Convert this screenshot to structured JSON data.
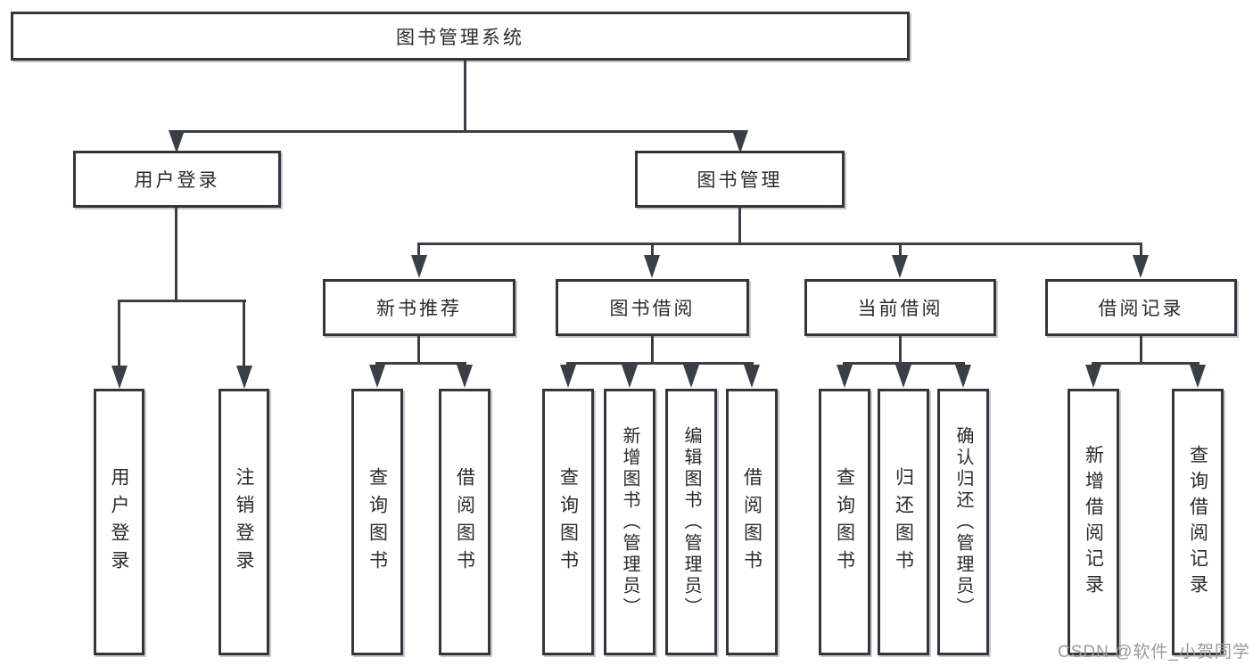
{
  "colors": {
    "line": "#3a3e45",
    "border": "#33373d",
    "text": "#2b2b2b",
    "watermark": "#9b9b9b",
    "bg": "#ffffff"
  },
  "diagram": {
    "root": {
      "label": "图书管理系统",
      "children": [
        {
          "label": "用户登录",
          "children": [
            {
              "label": "用户登录"
            },
            {
              "label": "注销登录"
            }
          ]
        },
        {
          "label": "图书管理",
          "children": [
            {
              "label": "新书推荐",
              "children": [
                {
                  "label": "查询图书"
                },
                {
                  "label": "借阅图书"
                }
              ]
            },
            {
              "label": "图书借阅",
              "children": [
                {
                  "label": "查询图书"
                },
                {
                  "label": "新增图书（管理员）"
                },
                {
                  "label": "编辑图书（管理员）"
                },
                {
                  "label": "借阅图书"
                }
              ]
            },
            {
              "label": "当前借阅",
              "children": [
                {
                  "label": "查询图书"
                },
                {
                  "label": "归还图书"
                },
                {
                  "label": "确认归还（管理员）"
                }
              ]
            },
            {
              "label": "借阅记录",
              "children": [
                {
                  "label": "新增借阅记录"
                },
                {
                  "label": "查询借阅记录"
                }
              ]
            }
          ]
        }
      ]
    }
  },
  "watermark": {
    "text": "CSDN @软件_小贺同学"
  }
}
